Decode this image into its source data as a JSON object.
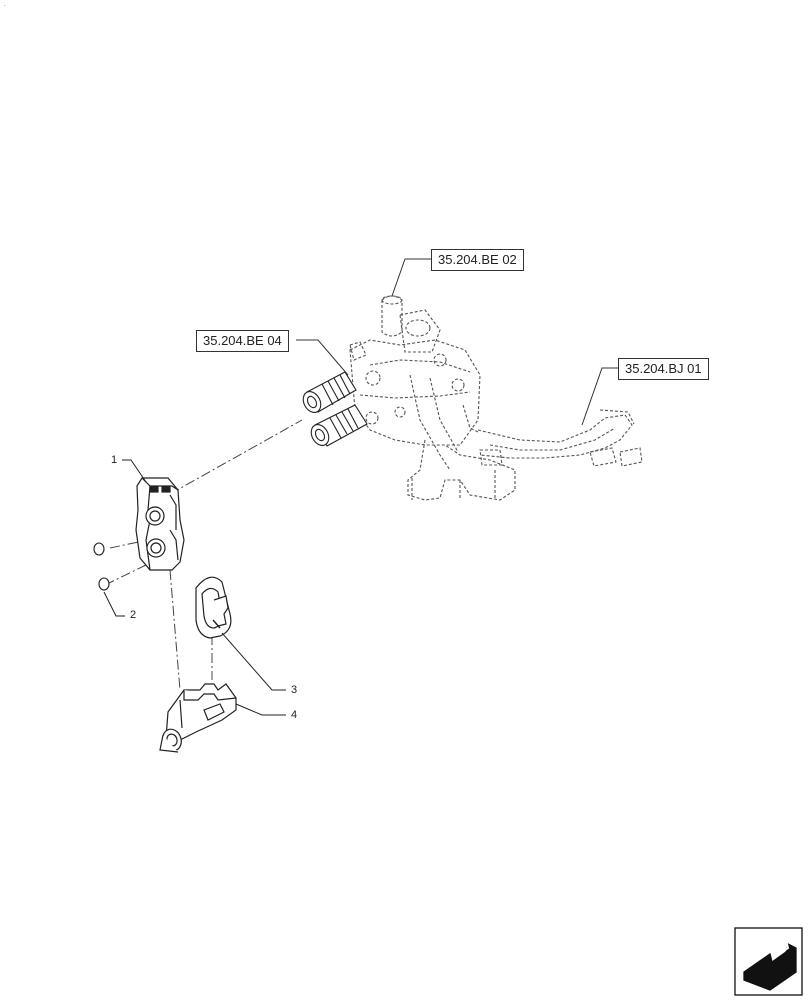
{
  "stray_mark": ".",
  "references": [
    {
      "id": "ref-be02",
      "label": "35.204.BE 02"
    },
    {
      "id": "ref-be04",
      "label": "35.204.BE 04"
    },
    {
      "id": "ref-bj01",
      "label": "35.204.BJ 01"
    }
  ],
  "callouts": [
    {
      "label": "1"
    },
    {
      "label": "2"
    },
    {
      "label": "3"
    },
    {
      "label": "4"
    }
  ],
  "nav_icon": "next-page-arrow-icon"
}
